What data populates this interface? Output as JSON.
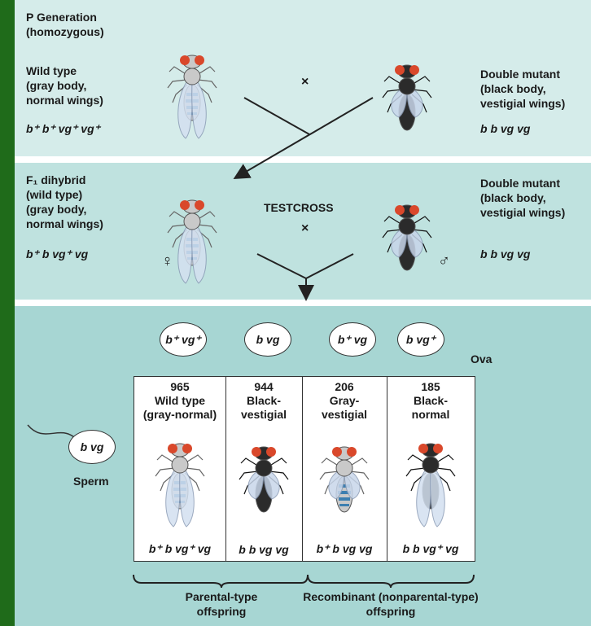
{
  "p_generation": {
    "title": "P Generation\n(homozygous)",
    "wild_label": "Wild type\n(gray body,\nnormal wings)",
    "wild_genotype": "b⁺ b⁺ vg⁺ vg⁺",
    "cross_symbol": "×",
    "mutant_label": "Double mutant\n(black body,\nvestigial wings)",
    "mutant_genotype": "b b vg vg"
  },
  "f1": {
    "label": "F₁ dihybrid\n(wild type)\n(gray body,\nnormal wings)",
    "genotype": "b⁺ b vg⁺ vg",
    "testcross": "TESTCROSS",
    "cross_symbol": "×",
    "female_symbol": "♀",
    "male_symbol": "♂",
    "mutant_label": "Double mutant\n(black body,\nvestigial wings)",
    "mutant_genotype": "b b vg vg"
  },
  "testcross_results": {
    "ova_label": "Ova",
    "sperm_label": "Sperm",
    "sperm_genotype": "b vg",
    "ova": [
      "b⁺ vg⁺",
      "b vg",
      "b⁺ vg",
      "b vg⁺"
    ],
    "offspring": [
      {
        "count": "965",
        "phenotype": "Wild type\n(gray-normal)",
        "genotype": "b⁺ b vg⁺ vg",
        "body": "gray",
        "wings": "normal"
      },
      {
        "count": "944",
        "phenotype": "Black-\nvestigial",
        "genotype": "b b vg vg",
        "body": "black",
        "wings": "vestigial"
      },
      {
        "count": "206",
        "phenotype": "Gray-\nvestigial",
        "genotype": "b⁺ b vg vg",
        "body": "gray",
        "wings": "vestigial"
      },
      {
        "count": "185",
        "phenotype": "Black-\nnormal",
        "genotype": "b b vg⁺ vg",
        "body": "black",
        "wings": "normal"
      }
    ],
    "parental_label": "Parental-type\noffspring",
    "recombinant_label": "Recombinant (nonparental-type)\noffspring"
  },
  "colors": {
    "border": "#1f6b1a",
    "panel_p": "#d5ecea",
    "panel_f1": "#bfe2df",
    "panel_results": "#a7d6d3",
    "fly_gray": "#c9c9c9",
    "fly_black": "#2b2b2b",
    "fly_eye": "#d9482b",
    "fly_stripe": "#3d7fb0"
  }
}
